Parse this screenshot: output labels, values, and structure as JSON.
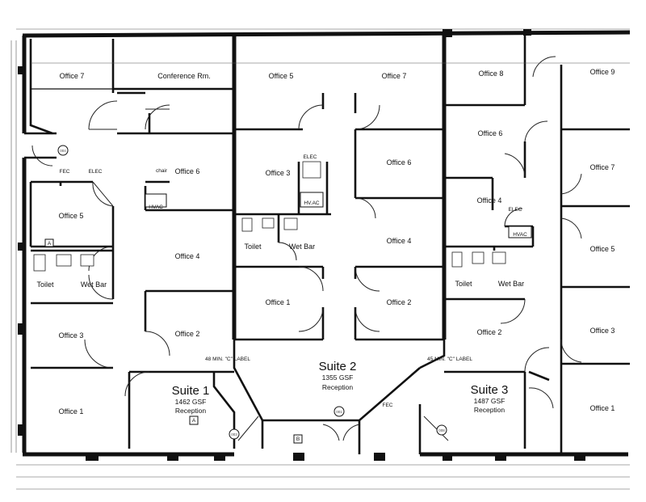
{
  "rooms": [
    {
      "id": "s1-office7",
      "label": "Office 7"
    },
    {
      "id": "s1-conference",
      "label": "Conference Rm."
    },
    {
      "id": "s1-office6",
      "label": "Office 6"
    },
    {
      "id": "s1-office5",
      "label": "Office 5"
    },
    {
      "id": "s1-office4",
      "label": "Office 4"
    },
    {
      "id": "s1-office3",
      "label": "Office 3"
    },
    {
      "id": "s1-office2",
      "label": "Office 2"
    },
    {
      "id": "s1-office1",
      "label": "Office 1"
    },
    {
      "id": "s1-toilet",
      "label": "Toilet"
    },
    {
      "id": "s1-wetbar",
      "label": "Wet Bar"
    },
    {
      "id": "s1-hvac",
      "label": "HVAC"
    },
    {
      "id": "s2-office5",
      "label": "Office 5"
    },
    {
      "id": "s2-office7",
      "label": "Office 7"
    },
    {
      "id": "s2-office3",
      "label": "Office 3"
    },
    {
      "id": "s2-office6",
      "label": "Office 6"
    },
    {
      "id": "s2-office4",
      "label": "Office 4"
    },
    {
      "id": "s2-office1",
      "label": "Office 1"
    },
    {
      "id": "s2-office2",
      "label": "Office 2"
    },
    {
      "id": "s2-toilet",
      "label": "Toilet"
    },
    {
      "id": "s2-wetbar",
      "label": "Wet Bar"
    },
    {
      "id": "s2-hvac",
      "label": "HV.AC"
    },
    {
      "id": "s3-office8",
      "label": "Office 8"
    },
    {
      "id": "s3-office9",
      "label": "Office 9"
    },
    {
      "id": "s3-office6",
      "label": "Office 6"
    },
    {
      "id": "s3-office7",
      "label": "Office 7"
    },
    {
      "id": "s3-office4",
      "label": "Office 4"
    },
    {
      "id": "s3-office5",
      "label": "Office 5"
    },
    {
      "id": "s3-office3",
      "label": "Office 3"
    },
    {
      "id": "s3-office2",
      "label": "Office 2"
    },
    {
      "id": "s3-office1",
      "label": "Office 1"
    },
    {
      "id": "s3-toilet",
      "label": "Toilet"
    },
    {
      "id": "s3-wetbar",
      "label": "Wet Bar"
    },
    {
      "id": "s3-hvac",
      "label": "HVAC"
    }
  ],
  "suites": {
    "suite1": {
      "name": "Suite 1",
      "area": "1462 GSF",
      "reception": "Reception"
    },
    "suite2": {
      "name": "Suite 2",
      "area": "1355 GSF",
      "reception": "Reception"
    },
    "suite3": {
      "name": "Suite 3",
      "area": "1487 GSF",
      "reception": "Reception"
    }
  },
  "tags": {
    "fec_left": "FEC",
    "elec_left": "ELEC",
    "elec_mid": "ELEC",
    "elec_right": "ELEC",
    "fec_center": "FEC",
    "label_a1": "A",
    "label_a2": "A",
    "label_b": "B",
    "min_label_left": "48 MIN. \"C\" LABEL",
    "min_label_right": "45 MIN. \"C\" LABEL",
    "door_004": "004",
    "door_001": "001",
    "door_008": "008",
    "door_003": "003",
    "chair_note": "chair"
  }
}
